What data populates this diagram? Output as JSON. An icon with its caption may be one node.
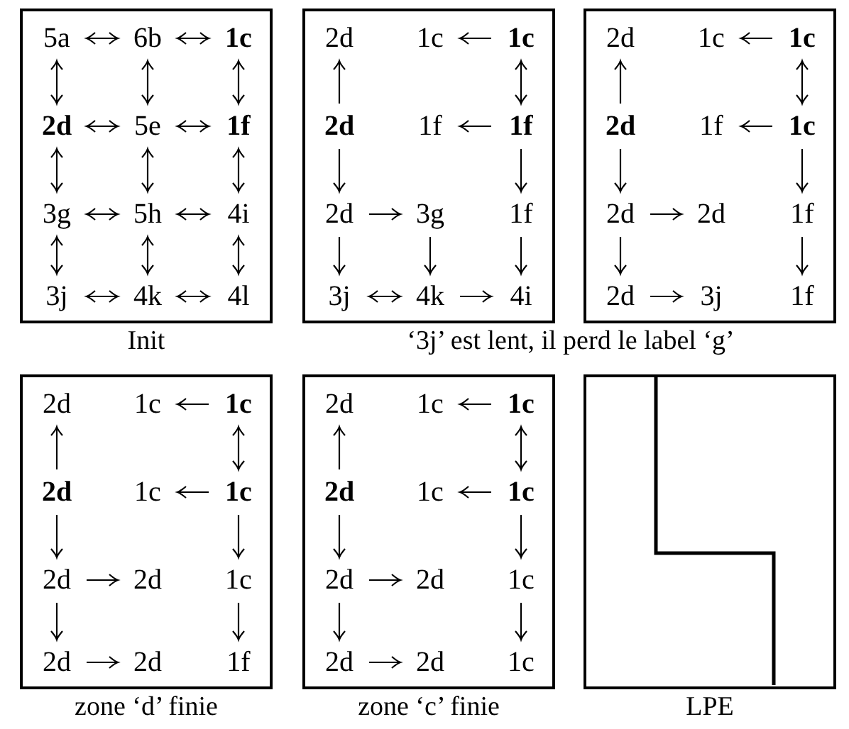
{
  "diagram": {
    "nodes": [
      {
        "text": [],
        "shape": "box",
        "beside": [
          "Init"
        ]
      },
      {
        "text": [
          "5a"
        ],
        "in": 0
      },
      {
        "text": [
          "6b"
        ],
        "in": 0
      },
      {
        "text": [
          "**1c**"
        ],
        "in": 0
      },
      {
        "text": [
          "**2d**"
        ],
        "in": 0
      },
      {
        "text": [
          "5e"
        ],
        "in": 0
      },
      {
        "text": [
          "**1f**"
        ],
        "in": 0
      },
      {
        "text": [
          "3g"
        ],
        "in": 0
      },
      {
        "text": [
          "5h"
        ],
        "in": 0
      },
      {
        "text": [
          "4i"
        ],
        "in": 0
      },
      {
        "text": [
          "3j"
        ],
        "in": 0
      },
      {
        "text": [
          "4k"
        ],
        "in": 0
      },
      {
        "text": [
          "4l"
        ],
        "in": 0
      },
      {
        "text": [],
        "shape": "box"
      },
      {
        "text": [
          "2d"
        ],
        "in": 13
      },
      {
        "text": [
          "1c"
        ],
        "in": 13
      },
      {
        "text": [
          "**1c**"
        ],
        "in": 13
      },
      {
        "text": [
          "**2d**"
        ],
        "in": 13
      },
      {
        "text": [
          "1f"
        ],
        "in": 13
      },
      {
        "text": [
          "**1f**"
        ],
        "in": 13
      },
      {
        "text": [
          "2d"
        ],
        "in": 13
      },
      {
        "text": [
          "3g"
        ],
        "in": 13
      },
      {
        "text": [
          "1f"
        ],
        "in": 13
      },
      {
        "text": [
          "3j"
        ],
        "in": 13
      },
      {
        "text": [
          "4k"
        ],
        "in": 13
      },
      {
        "text": [
          "4i"
        ],
        "in": 13
      },
      {
        "text": [],
        "shape": "box"
      },
      {
        "text": [
          "2d"
        ],
        "in": 26
      },
      {
        "text": [
          "1c"
        ],
        "in": 26
      },
      {
        "text": [
          "**1c**"
        ],
        "in": 26
      },
      {
        "text": [
          "**2d**"
        ],
        "in": 26
      },
      {
        "text": [
          "1f"
        ],
        "in": 26
      },
      {
        "text": [
          "**1c**"
        ],
        "in": 26
      },
      {
        "text": [
          "2d"
        ],
        "in": 26
      },
      {
        "text": [
          "2d"
        ],
        "in": 26
      },
      {
        "text": [
          "1f"
        ],
        "in": 26
      },
      {
        "text": [
          "2d"
        ],
        "in": 26
      },
      {
        "text": [
          "3j"
        ],
        "in": 26
      },
      {
        "text": [
          "1f"
        ],
        "in": 26
      },
      {
        "text": [],
        "shape": "box",
        "beside": [
          "zone ‘d’ finie"
        ]
      },
      {
        "text": [
          "2d"
        ],
        "in": 39
      },
      {
        "text": [
          "1c"
        ],
        "in": 39
      },
      {
        "text": [
          "**1c**"
        ],
        "in": 39
      },
      {
        "text": [
          "**2d**"
        ],
        "in": 39
      },
      {
        "text": [
          "1c"
        ],
        "in": 39
      },
      {
        "text": [
          "**1c**"
        ],
        "in": 39
      },
      {
        "text": [
          "2d"
        ],
        "in": 39
      },
      {
        "text": [
          "2d"
        ],
        "in": 39
      },
      {
        "text": [
          "1c"
        ],
        "in": 39
      },
      {
        "text": [
          "2d"
        ],
        "in": 39
      },
      {
        "text": [
          "2d"
        ],
        "in": 39
      },
      {
        "text": [
          "1f"
        ],
        "in": 39
      },
      {
        "text": [],
        "shape": "box",
        "beside": [
          "zone ‘c’ finie"
        ]
      },
      {
        "text": [
          "2d"
        ],
        "in": 52
      },
      {
        "text": [
          "1c"
        ],
        "in": 52
      },
      {
        "text": [
          "**1c**"
        ],
        "in": 52
      },
      {
        "text": [
          "**2d**"
        ],
        "in": 52
      },
      {
        "text": [
          "1c"
        ],
        "in": 52
      },
      {
        "text": [
          "**1c**"
        ],
        "in": 52
      },
      {
        "text": [
          "2d"
        ],
        "in": 52
      },
      {
        "text": [
          "2d"
        ],
        "in": 52
      },
      {
        "text": [
          "1c"
        ],
        "in": 52
      },
      {
        "text": [
          "2d"
        ],
        "in": 52
      },
      {
        "text": [
          "2d"
        ],
        "in": 52
      },
      {
        "text": [
          "1c"
        ],
        "in": 52
      },
      {
        "text": [],
        "shape": "box",
        "beside": [
          "LPE"
        ]
      }
    ],
    "edges": [
      {
        "from": 1,
        "to": 2,
        "arrow": "both"
      },
      {
        "from": 2,
        "to": 3,
        "arrow": "both"
      },
      {
        "from": 4,
        "to": 5,
        "arrow": "both"
      },
      {
        "from": 5,
        "to": 6,
        "arrow": "both"
      },
      {
        "from": 7,
        "to": 8,
        "arrow": "both"
      },
      {
        "from": 8,
        "to": 9,
        "arrow": "both"
      },
      {
        "from": 10,
        "to": 11,
        "arrow": "both"
      },
      {
        "from": 11,
        "to": 12,
        "arrow": "both"
      },
      {
        "from": 1,
        "to": 4,
        "arrow": "both"
      },
      {
        "from": 4,
        "to": 7,
        "arrow": "both"
      },
      {
        "from": 7,
        "to": 10,
        "arrow": "both"
      },
      {
        "from": 2,
        "to": 5,
        "arrow": "both"
      },
      {
        "from": 5,
        "to": 8,
        "arrow": "both"
      },
      {
        "from": 8,
        "to": 11,
        "arrow": "both"
      },
      {
        "from": 3,
        "to": 6,
        "arrow": "both"
      },
      {
        "from": 6,
        "to": 9,
        "arrow": "both"
      },
      {
        "from": 9,
        "to": 12,
        "arrow": "both"
      },
      {
        "from": 16,
        "to": 15,
        "arrow": "to"
      },
      {
        "from": 17,
        "to": 14,
        "arrow": "to"
      },
      {
        "from": 16,
        "to": 19,
        "arrow": "both"
      },
      {
        "from": 19,
        "to": 18,
        "arrow": "to"
      },
      {
        "from": 17,
        "to": 20,
        "arrow": "to"
      },
      {
        "from": 19,
        "to": 22,
        "arrow": "to"
      },
      {
        "from": 20,
        "to": 21,
        "arrow": "to"
      },
      {
        "from": 20,
        "to": 23,
        "arrow": "to"
      },
      {
        "from": 21,
        "to": 24,
        "arrow": "to"
      },
      {
        "from": 22,
        "to": 25,
        "arrow": "to"
      },
      {
        "from": 23,
        "to": 24,
        "arrow": "both"
      },
      {
        "from": 24,
        "to": 25,
        "arrow": "to"
      },
      {
        "from": 29,
        "to": 28,
        "arrow": "to"
      },
      {
        "from": 30,
        "to": 27,
        "arrow": "to"
      },
      {
        "from": 29,
        "to": 32,
        "arrow": "both"
      },
      {
        "from": 32,
        "to": 31,
        "arrow": "to"
      },
      {
        "from": 30,
        "to": 33,
        "arrow": "to"
      },
      {
        "from": 32,
        "to": 35,
        "arrow": "to"
      },
      {
        "from": 33,
        "to": 34,
        "arrow": "to"
      },
      {
        "from": 33,
        "to": 36,
        "arrow": "to"
      },
      {
        "from": 35,
        "to": 38,
        "arrow": "to"
      },
      {
        "from": 36,
        "to": 37,
        "arrow": "to"
      },
      {
        "from": 42,
        "to": 41,
        "arrow": "to"
      },
      {
        "from": 43,
        "to": 40,
        "arrow": "to"
      },
      {
        "from": 42,
        "to": 45,
        "arrow": "both"
      },
      {
        "from": 45,
        "to": 44,
        "arrow": "to"
      },
      {
        "from": 43,
        "to": 46,
        "arrow": "to"
      },
      {
        "from": 45,
        "to": 48,
        "arrow": "to"
      },
      {
        "from": 46,
        "to": 47,
        "arrow": "to"
      },
      {
        "from": 46,
        "to": 49,
        "arrow": "to"
      },
      {
        "from": 48,
        "to": 51,
        "arrow": "to"
      },
      {
        "from": 49,
        "to": 50,
        "arrow": "to"
      },
      {
        "from": 55,
        "to": 54,
        "arrow": "to"
      },
      {
        "from": 56,
        "to": 53,
        "arrow": "to"
      },
      {
        "from": 55,
        "to": 58,
        "arrow": "both"
      },
      {
        "from": 58,
        "to": 57,
        "arrow": "to"
      },
      {
        "from": 56,
        "to": 59,
        "arrow": "to"
      },
      {
        "from": 58,
        "to": 61,
        "arrow": "to"
      },
      {
        "from": 59,
        "to": 60,
        "arrow": "to"
      },
      {
        "from": 59,
        "to": 62,
        "arrow": "to"
      },
      {
        "from": 61,
        "to": 64,
        "arrow": "to"
      },
      {
        "from": 62,
        "to": 63,
        "arrow": "to"
      }
    ],
    "labels": [
      "‘3j’ est lent, il perd le label ‘g’"
    ]
  }
}
